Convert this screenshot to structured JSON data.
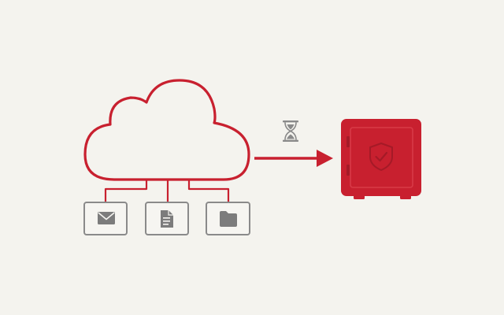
{
  "diagram": {
    "colors": {
      "background": "#f4f3ee",
      "accent": "#c8202f",
      "accent_dark": "#a51a27",
      "accent_light": "#d83a47",
      "connector": "#c8202f",
      "icon_box_border": "#8a8a8a",
      "icon_fill": "#7c7c7c",
      "hourglass": "#8a8a8a"
    },
    "nodes": [
      {
        "id": "cloud",
        "icon": "cloud-outline-icon"
      },
      {
        "id": "email",
        "icon": "envelope-icon"
      },
      {
        "id": "document",
        "icon": "document-icon"
      },
      {
        "id": "folder",
        "icon": "folder-icon"
      },
      {
        "id": "vault",
        "icon": "safe-with-shield-check-icon"
      }
    ],
    "indicators": [
      {
        "id": "pending",
        "icon": "hourglass-icon"
      }
    ],
    "edges": [
      {
        "from": "cloud",
        "to": "email"
      },
      {
        "from": "cloud",
        "to": "document"
      },
      {
        "from": "cloud",
        "to": "folder"
      },
      {
        "from": "cloud",
        "to": "vault",
        "style": "arrow"
      }
    ]
  }
}
